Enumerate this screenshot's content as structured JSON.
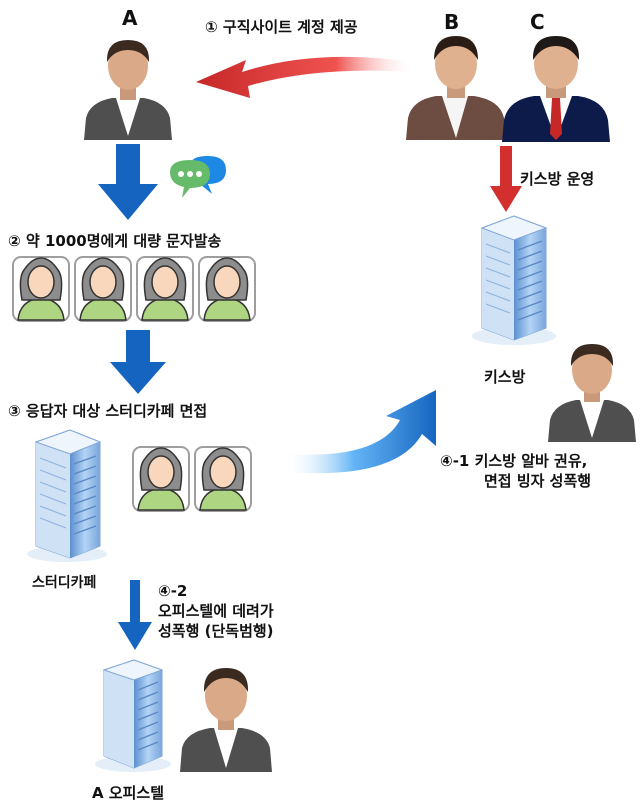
{
  "person_labels": {
    "a": "A",
    "b": "B",
    "c": "C"
  },
  "steps": {
    "step1": "① 구직사이트 계정 제공",
    "step_kiss_run": "키스방 운영",
    "step2": "② 약 1000명에게 대량 문자발송",
    "step3": "③ 응답자 대상 스터디카페 면접",
    "step4_1_line1": "④-1 키스방 알바 권유,",
    "step4_1_line2": "면접 빙자 성폭행",
    "step4_2_line1": "④-2",
    "step4_2_line2": "오피스텔에 데려가",
    "step4_2_line3": "성폭행 (단독범행)"
  },
  "places": {
    "kiss_room": "키스방",
    "study_cafe": "스터디카페",
    "officetel": "A 오피스텔"
  },
  "colors": {
    "arrow_blue": "#1565c0",
    "arrow_red": "#d32f2f",
    "victim_fill": "#aed581",
    "victim_hair": "#8d8d8d",
    "suit_gray": "#4f4f4f",
    "suit_brown": "#6d4c41",
    "suit_navy": "#0d1b4a",
    "building": "#90caf9"
  }
}
